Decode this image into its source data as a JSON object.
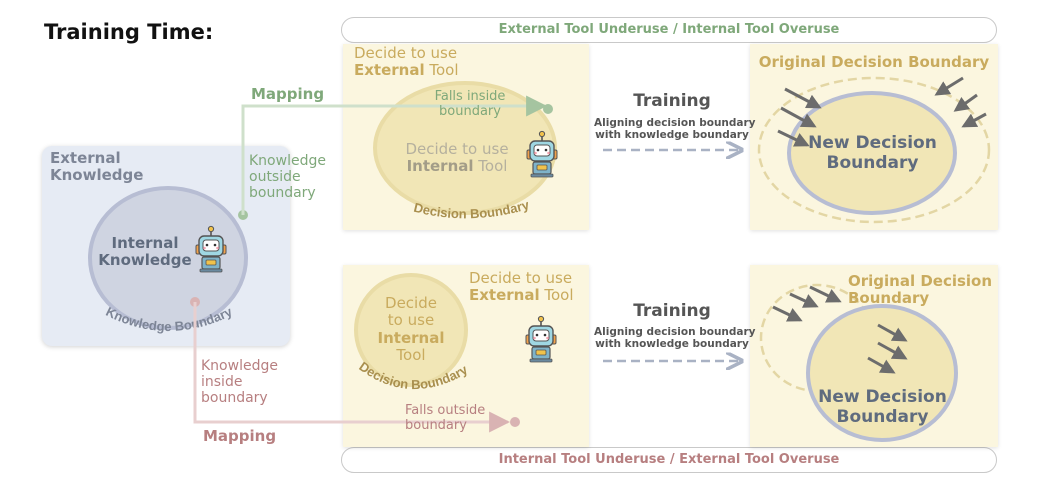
{
  "title": "Training Time:",
  "banners": {
    "top": "External Tool Underuse / Internal Tool Overuse",
    "bottom": "Internal Tool Underuse / External Tool Overuse"
  },
  "external_knowledge": {
    "label_line1": "External",
    "label_line2": "Knowledge",
    "internal_line1": "Internal",
    "internal_line2": "Knowledge",
    "boundary_label": "Knowledge Boundary"
  },
  "mapping_top": {
    "label": "Mapping",
    "note_line1": "Knowledge",
    "note_line2": "outside",
    "note_line3": "boundary"
  },
  "mapping_bottom": {
    "label": "Mapping",
    "note_line1": "Knowledge",
    "note_line2": "inside",
    "note_line3": "boundary"
  },
  "top_left_panel": {
    "decide_line1": "Decide to use",
    "decide_ext_bold": "External",
    "decide_ext_rest": " Tool",
    "falls_line1": "Falls inside",
    "falls_line2": "boundary",
    "internal_line1": "Decide to use",
    "internal_bold": "Internal",
    "internal_rest": " Tool",
    "boundary_label": "Decision Boundary"
  },
  "top_training": {
    "title": "Training",
    "sub_line1": "Aligning decision boundary",
    "sub_line2": "with knowledge boundary"
  },
  "top_right_panel": {
    "original": "Original Decision Boundary",
    "new_line1": "New Decision",
    "new_line2": "Boundary"
  },
  "bottom_left_panel": {
    "inner_line1": "Decide",
    "inner_line2": "to use",
    "inner_bold": "Internal",
    "inner_line4": "Tool",
    "boundary_label": "Decision Boundary",
    "decide_line1": "Decide to use",
    "decide_ext_bold": "External",
    "decide_ext_rest": " Tool",
    "falls_line1": "Falls outside",
    "falls_line2": "boundary"
  },
  "bottom_training": {
    "title": "Training",
    "sub_line1": "Aligning decision boundary",
    "sub_line2": "with knowledge boundary"
  },
  "bottom_right_panel": {
    "original_line1": "Original Decision",
    "original_line2": "Boundary",
    "new_line1": "New Decision",
    "new_line2": "Boundary"
  },
  "colors": {
    "green": "#7fa87a",
    "pink": "#b77f80",
    "gold": "#c9ab5e",
    "panel": "#fbf6df",
    "boundary_blue": "#b7bdd3"
  }
}
